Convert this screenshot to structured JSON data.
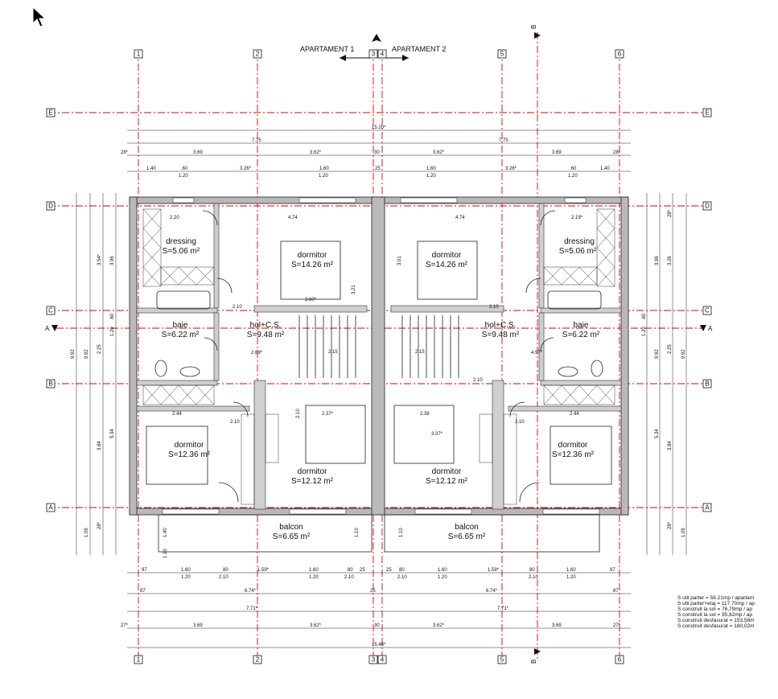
{
  "apartments": {
    "left": "APARTAMENT 1",
    "right": "APARTAMENT 2"
  },
  "grid_cols": [
    "1",
    "2",
    "3",
    "4",
    "5",
    "6"
  ],
  "grid_rows": [
    "E",
    "D",
    "C",
    "B",
    "A"
  ],
  "section_marks": {
    "side": "A",
    "top": "B"
  },
  "rooms": [
    {
      "name": "dressing",
      "area": "S=5.06 m²"
    },
    {
      "name": "dormitor",
      "area": "S=14.26 m²"
    },
    {
      "name": "baie",
      "area": "S=6.22 m²"
    },
    {
      "name": "hol+C.S.",
      "area": "S=9.48 m²"
    },
    {
      "name": "dormitor",
      "area": "S=12.36 m²"
    },
    {
      "name": "dormitor",
      "area": "S=12.12 m²"
    },
    {
      "name": "balcon",
      "area": "S=6.65 m²"
    },
    {
      "name": "dormitor",
      "area": "S=14.26 m²"
    },
    {
      "name": "hol+C.S.",
      "area": "S=9.48 m²"
    },
    {
      "name": "dressing",
      "area": "S=5.06 m²"
    },
    {
      "name": "baie",
      "area": "S=6.22 m²"
    },
    {
      "name": "dormitor",
      "area": "S=12.12 m²"
    },
    {
      "name": "dormitor",
      "area": "S=12.36 m²"
    },
    {
      "name": "balcon",
      "area": "S=6.65 m²"
    }
  ],
  "dims_top": {
    "total": "15.20*",
    "halves": [
      "7.75",
      "7.75"
    ],
    "row3": [
      "28*",
      "3.69",
      "3.62*",
      "30",
      "3.62*",
      "3.69",
      "28*"
    ],
    "row4": [
      "1.40",
      ".60",
      "3.26*",
      "1.60",
      "25",
      "1.60",
      "3.26*",
      ".60",
      "1.40"
    ],
    "row4b": [
      "1.20",
      "1.20",
      "1.20",
      "1.20"
    ]
  },
  "dims_bottom": {
    "row1": [
      "97",
      "1.60",
      "80",
      "1.59*",
      "1.60",
      "80",
      "25",
      "25",
      "80",
      "1.60",
      "1.59*",
      "80",
      "1.60",
      "97"
    ],
    "row1b": [
      "1.20",
      "2.10",
      "1.20",
      "2.10",
      "2.10",
      "1.20",
      "2.10",
      "1.20"
    ],
    "row2": [
      "87",
      "6.74*",
      "25",
      "6.74*",
      "87"
    ],
    "row3": [
      "7.71*",
      "7.71*"
    ],
    "row4": [
      "27*",
      "3.69",
      "3.62*",
      "30",
      "3.62*",
      "3.69",
      "27*"
    ],
    "total": "15.48*"
  },
  "dims_left": [
    "9.92",
    "9.92",
    "3.54*",
    "3.96",
    "2.25",
    "1.20",
    ".60",
    "5.34",
    "3.84",
    "28*",
    "1.09"
  ],
  "dims_right": [
    "28*",
    "3.26",
    "3.96",
    "2.25",
    "1.20",
    ".60",
    "5.34",
    "3.84",
    "9.92",
    "9.92",
    "28*",
    "1.09"
  ],
  "inner_dims": [
    "2.20",
    "4.74",
    "2.19*",
    "4.74",
    "3.01",
    "3.21",
    "2.10",
    "2.10",
    "3.60*",
    "2.69*",
    "2.15",
    "2.15",
    "4.97*",
    "2.10",
    "2.44",
    "2.37*",
    "2.38",
    "3.37*",
    "2.44",
    "2.10",
    "2.10",
    "2.10",
    "1.10",
    "1.10",
    "1.40",
    "1.10"
  ],
  "summary_lines": [
    "S util parter = 58.21mp / apartam",
    "S util parter+etaj = 117.70mp / ap",
    "S construit la sol = 76,79mp / ap",
    "S construit la sol = 95,82mp / ap",
    "S construit desfasurat = 153,58m",
    "S construit desfasurat = 180,02m"
  ],
  "colors": {
    "axis": "#dd0000",
    "wall": "#b9b9b9",
    "ink": "#111111"
  }
}
